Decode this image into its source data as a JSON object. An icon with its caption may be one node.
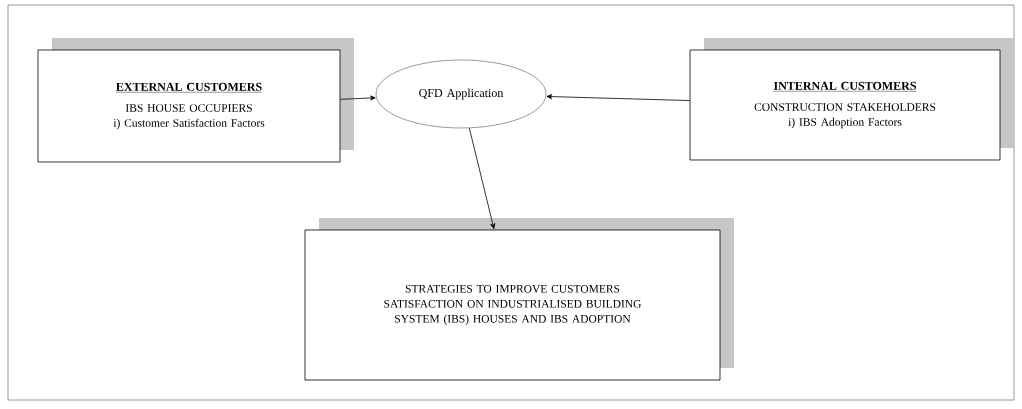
{
  "diagram": {
    "nodes": [
      {
        "text": [
          "EXTERNAL CUSTOMERS",
          "IBS HOUSE OCCUPIERS",
          "i) Customer Satisfaction Factors"
        ]
      },
      {
        "text": [
          "QFD Application"
        ]
      },
      {
        "text": [
          "INTERNAL CUSTOMERS",
          "CONSTRUCTION STAKEHOLDERS",
          "i) IBS Adoption Factors"
        ]
      },
      {
        "text": [
          "STRATEGIES TO IMPROVE CUSTOMERS SATISFACTION ON INDUSTRIALISED BUILDING SYSTEM (IBS) HOUSES AND IBS ADOPTION"
        ]
      }
    ],
    "edges": [
      {
        "from": 0,
        "to": 1,
        "arrow": "to"
      },
      {
        "from": 2,
        "to": 1,
        "arrow": "to"
      },
      {
        "from": 1,
        "to": 3,
        "arrow": "to"
      }
    ]
  }
}
